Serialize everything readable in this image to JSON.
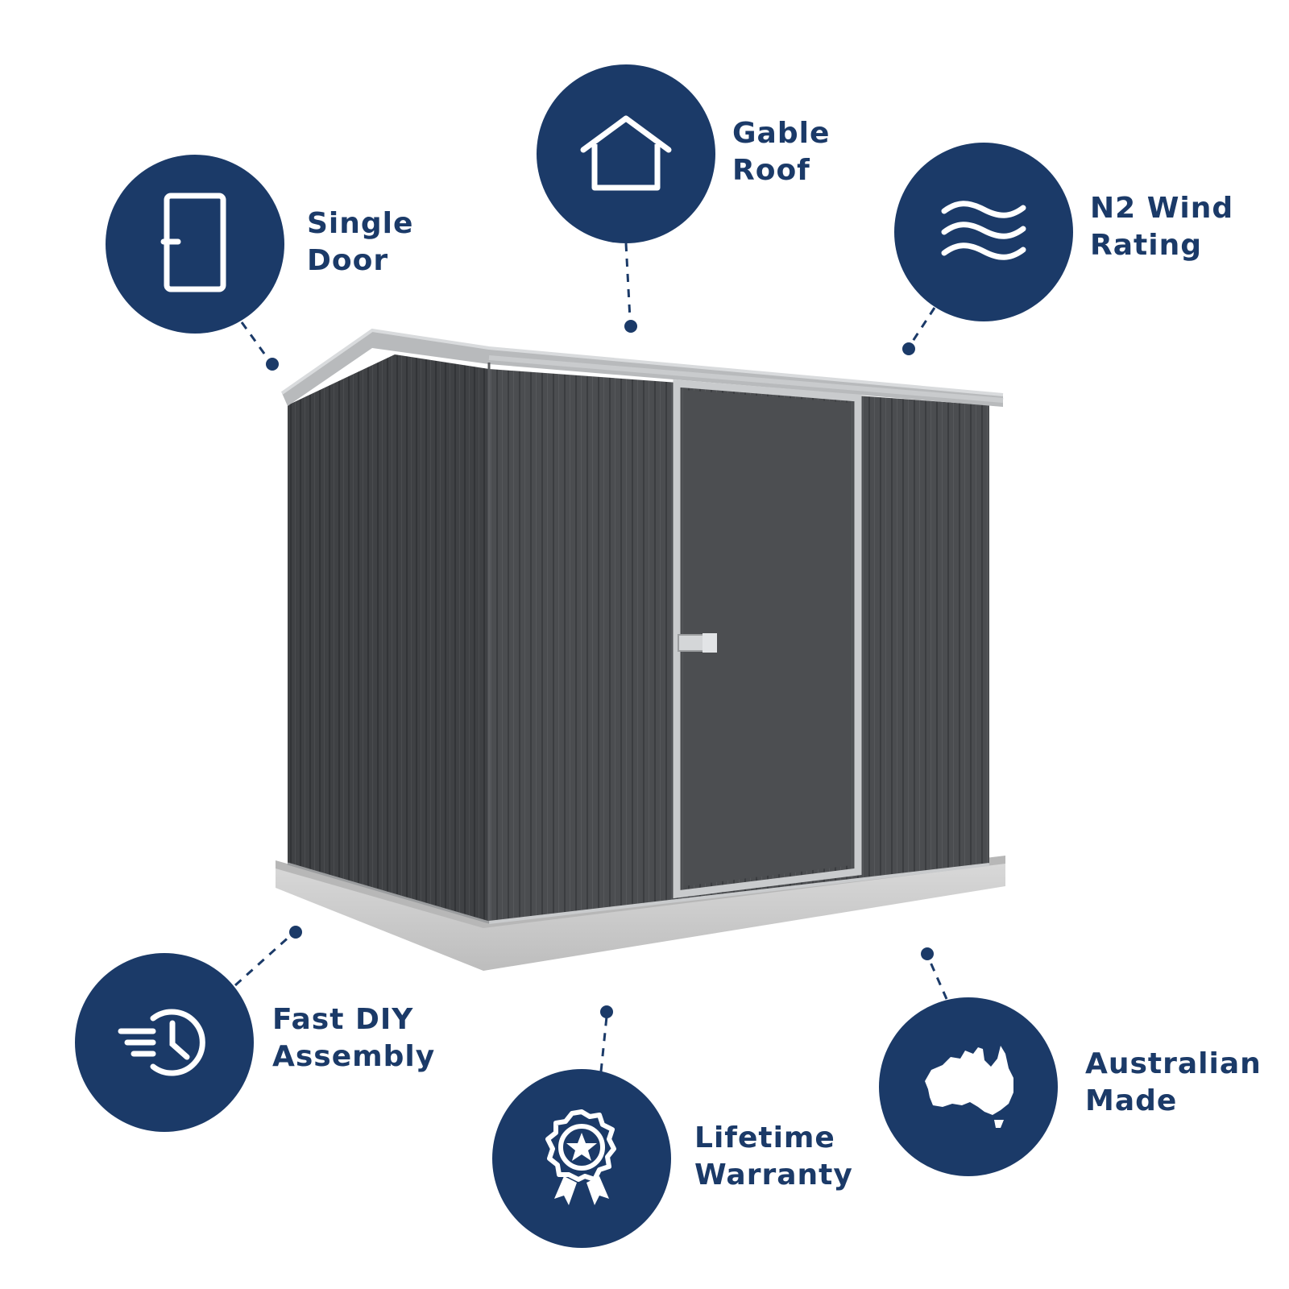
{
  "features": [
    {
      "id": "single-door",
      "icon": "door-icon",
      "lines": [
        "Single",
        "Door"
      ]
    },
    {
      "id": "gable-roof",
      "icon": "house-icon",
      "lines": [
        "Gable",
        "Roof"
      ]
    },
    {
      "id": "wind-rating",
      "icon": "wind-icon",
      "lines": [
        "N2 Wind",
        "Rating"
      ]
    },
    {
      "id": "fast-assembly",
      "icon": "fast-clock-icon",
      "lines": [
        "Fast DIY",
        "Assembly"
      ]
    },
    {
      "id": "lifetime-warranty",
      "icon": "award-ribbon-icon",
      "lines": [
        "Lifetime",
        "Warranty"
      ]
    },
    {
      "id": "australian-made",
      "icon": "australia-map-icon",
      "lines": [
        "Australian",
        "Made"
      ]
    }
  ],
  "colors": {
    "badge": "#1b3a68",
    "label": "#1b3a68",
    "shed_body": "#4a4c4f",
    "shed_trim": "#c9cbcd",
    "slab": "#cfcfcf"
  }
}
